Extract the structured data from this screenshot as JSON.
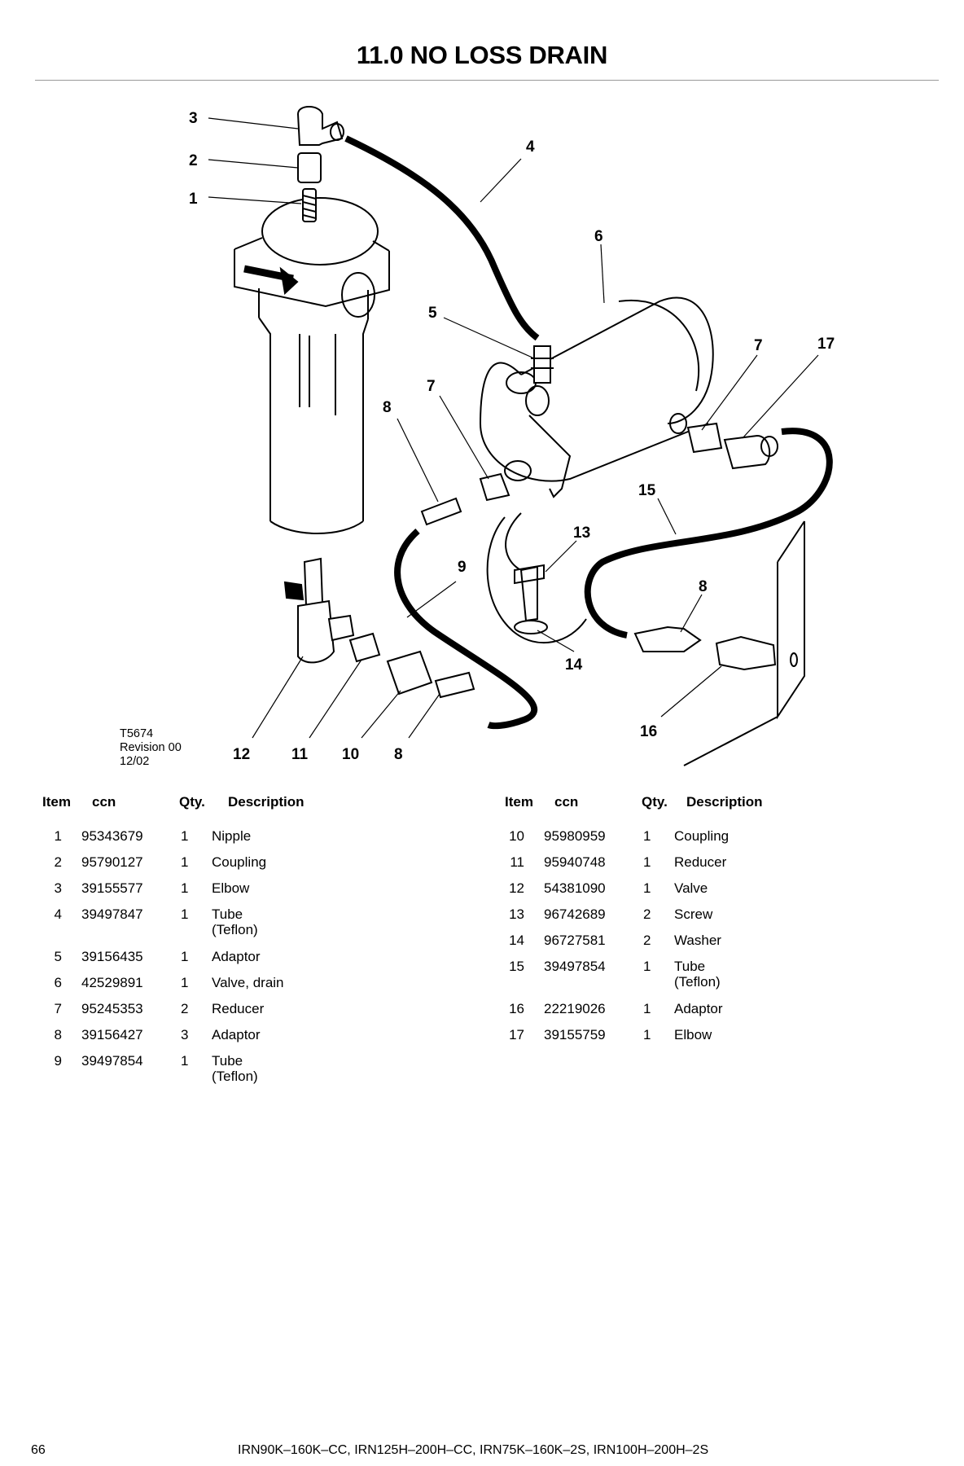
{
  "page_title": "11.0 NO LOSS DRAIN",
  "figure": {
    "ref_lines": [
      "T5674",
      "Revision 00",
      "12/02"
    ],
    "callouts": [
      "3",
      "2",
      "1",
      "4",
      "6",
      "5",
      "7",
      "17",
      "7",
      "8",
      "15",
      "13",
      "9",
      "8",
      "14",
      "16",
      "12",
      "11",
      "10",
      "8"
    ]
  },
  "table_headers": {
    "item": "Item",
    "ccn": "ccn",
    "qty": "Qty.",
    "description": "Description"
  },
  "parts_left": [
    {
      "item": "1",
      "ccn": "95343679",
      "qty": "1",
      "description": "Nipple",
      "note": ""
    },
    {
      "item": "2",
      "ccn": "95790127",
      "qty": "1",
      "description": "Coupling",
      "note": ""
    },
    {
      "item": "3",
      "ccn": "39155577",
      "qty": "1",
      "description": "Elbow",
      "note": ""
    },
    {
      "item": "4",
      "ccn": "39497847",
      "qty": "1",
      "description": "Tube",
      "note": "(Teflon)"
    },
    {
      "item": "5",
      "ccn": "39156435",
      "qty": "1",
      "description": "Adaptor",
      "note": ""
    },
    {
      "item": "6",
      "ccn": "42529891",
      "qty": "1",
      "description": "Valve, drain",
      "note": ""
    },
    {
      "item": "7",
      "ccn": "95245353",
      "qty": "2",
      "description": "Reducer",
      "note": ""
    },
    {
      "item": "8",
      "ccn": "39156427",
      "qty": "3",
      "description": "Adaptor",
      "note": ""
    },
    {
      "item": "9",
      "ccn": "39497854",
      "qty": "1",
      "description": "Tube",
      "note": "(Teflon)"
    }
  ],
  "parts_right": [
    {
      "item": "10",
      "ccn": "95980959",
      "qty": "1",
      "description": "Coupling",
      "note": ""
    },
    {
      "item": "11",
      "ccn": "95940748",
      "qty": "1",
      "description": "Reducer",
      "note": ""
    },
    {
      "item": "12",
      "ccn": "54381090",
      "qty": "1",
      "description": "Valve",
      "note": ""
    },
    {
      "item": "13",
      "ccn": "96742689",
      "qty": "2",
      "description": "Screw",
      "note": ""
    },
    {
      "item": "14",
      "ccn": "96727581",
      "qty": "2",
      "description": "Washer",
      "note": ""
    },
    {
      "item": "15",
      "ccn": "39497854",
      "qty": "1",
      "description": "Tube",
      "note": "(Teflon)"
    },
    {
      "item": "16",
      "ccn": "22219026",
      "qty": "1",
      "description": "Adaptor",
      "note": ""
    },
    {
      "item": "17",
      "ccn": "39155759",
      "qty": "1",
      "description": "Elbow",
      "note": ""
    }
  ],
  "footer": {
    "page_number": "66",
    "models": "IRN90K–160K–CC, IRN125H–200H–CC, IRN75K–160K–2S, IRN100H–200H–2S"
  }
}
